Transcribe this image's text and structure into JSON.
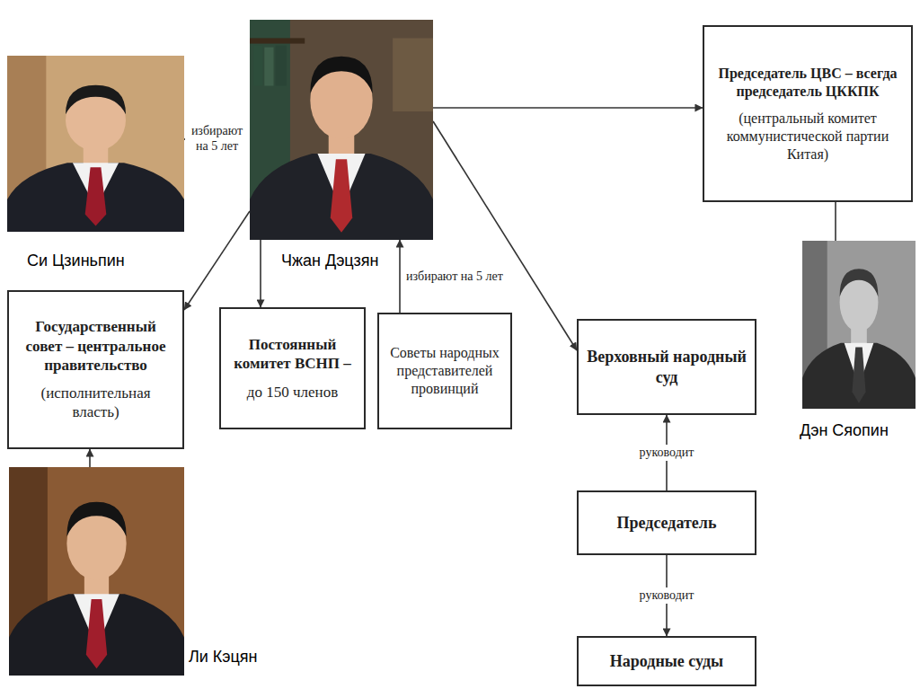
{
  "diagram": {
    "nodes": [
      {
        "text": [
          "Си Цзиньпин"
        ]
      },
      {
        "text": [
          "Чжан Дэцзян"
        ]
      },
      {
        "text": [
          "Председатель ЦВС – всегда председатель ЦККПК",
          "(центральный комитет коммунистической партии Китая)"
        ]
      },
      {
        "text": [
          "Дэн Сяопин"
        ]
      },
      {
        "text": [
          "Государственный совет – центральное правительство",
          "(исполнительная власть)"
        ]
      },
      {
        "text": [
          "Постоянный комитет ВСНП –",
          "до 150 членов"
        ]
      },
      {
        "text": [
          "Советы народных представителей провинций"
        ]
      },
      {
        "text": [
          "Верховный народный суд"
        ]
      },
      {
        "text": [
          "Ли Кэцян"
        ]
      },
      {
        "text": [
          "Председатель"
        ]
      },
      {
        "text": [
          "Народные суды"
        ]
      }
    ],
    "edges": [
      {
        "from": 1,
        "to": 0,
        "arrow": "to",
        "label": "избирают на 5 лет"
      },
      {
        "from": 1,
        "to": 2,
        "arrow": "to"
      },
      {
        "from": 1,
        "to": 4,
        "arrow": "to"
      },
      {
        "from": 1,
        "to": 5,
        "arrow": "to"
      },
      {
        "from": 1,
        "to": 7,
        "arrow": "to"
      },
      {
        "from": 6,
        "to": 1,
        "arrow": "to",
        "label": "избирают на 5 лет"
      },
      {
        "from": 2,
        "to": 3,
        "arrow": "none"
      },
      {
        "from": 8,
        "to": 4,
        "arrow": "to"
      },
      {
        "from": 9,
        "to": 7,
        "arrow": "to",
        "label": "руководит"
      },
      {
        "from": 9,
        "to": 10,
        "arrow": "to",
        "label": "руководит"
      }
    ]
  }
}
